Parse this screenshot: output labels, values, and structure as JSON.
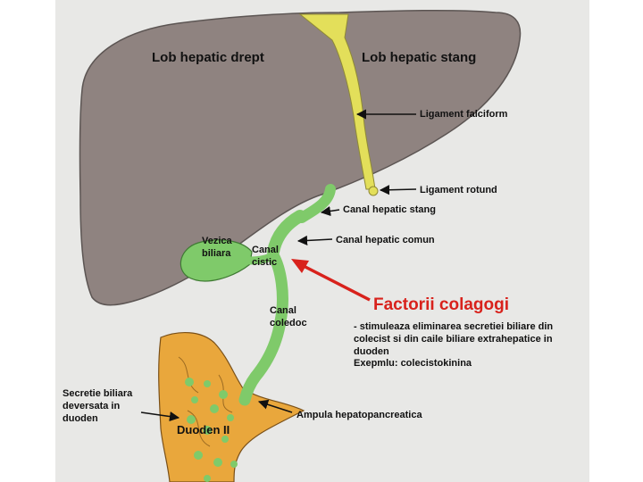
{
  "labels": {
    "right_lobe": "Lob hepatic drept",
    "left_lobe": "Lob hepatic stang",
    "falciform": "Ligament falciform",
    "round": "Ligament rotund",
    "left_hepatic_duct": "Canal hepatic stang",
    "common_hepatic_duct": "Canal hepatic comun",
    "gallbladder": [
      "Vezica",
      "biliara"
    ],
    "cystic_duct": [
      "Canal",
      "cistic"
    ],
    "common_bile_duct": [
      "Canal",
      "coledoc"
    ],
    "secretion": [
      "Secretie biliara",
      "deversata in",
      "duoden"
    ],
    "duodenum": "Duoden II",
    "ampulla": "Ampula hepatopancreatica"
  },
  "factors": {
    "title": "Factorii colagogi",
    "lines": [
      "- stimuleaza eliminarea secretiei biliare din",
      "colecist si din caile biliare extrahepatice in",
      "duoden",
      "Exepmlu: colecistokinina"
    ]
  },
  "colors": {
    "liver": "#8f8380",
    "ligament": "#e3df5a",
    "bile": "#7fca6a",
    "duodenum": "#e9a73c",
    "arrow_red": "#d8221c"
  }
}
